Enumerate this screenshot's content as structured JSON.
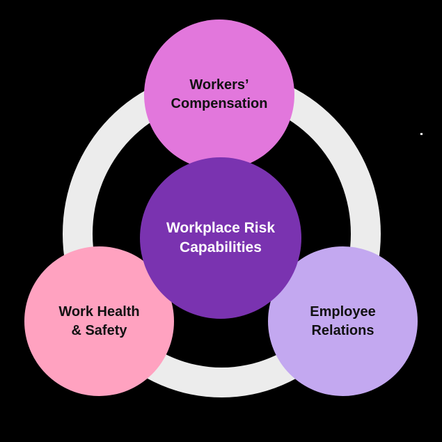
{
  "diagram": {
    "title": "Workplace Risk Capabilities",
    "background": "#000000",
    "ring": {
      "color": "#ececec"
    },
    "center": {
      "lines": [
        "Workplace Risk",
        "Capabilities"
      ],
      "color": "#7a33b0",
      "text_color": "#ffffff"
    },
    "nodes": [
      {
        "id": "workers-compensation",
        "lines": [
          "Workers’",
          "Compensation"
        ],
        "color": "#e277dc",
        "text_color": "#111111"
      },
      {
        "id": "work-health-safety",
        "lines": [
          "Work Health",
          "& Safety"
        ],
        "color": "#ffa2c0",
        "text_color": "#111111"
      },
      {
        "id": "employee-relations",
        "lines": [
          "Employee",
          "Relations"
        ],
        "color": "#c3a8f0",
        "text_color": "#111111"
      }
    ],
    "accent_dot": {
      "color": "#ffffff"
    }
  }
}
